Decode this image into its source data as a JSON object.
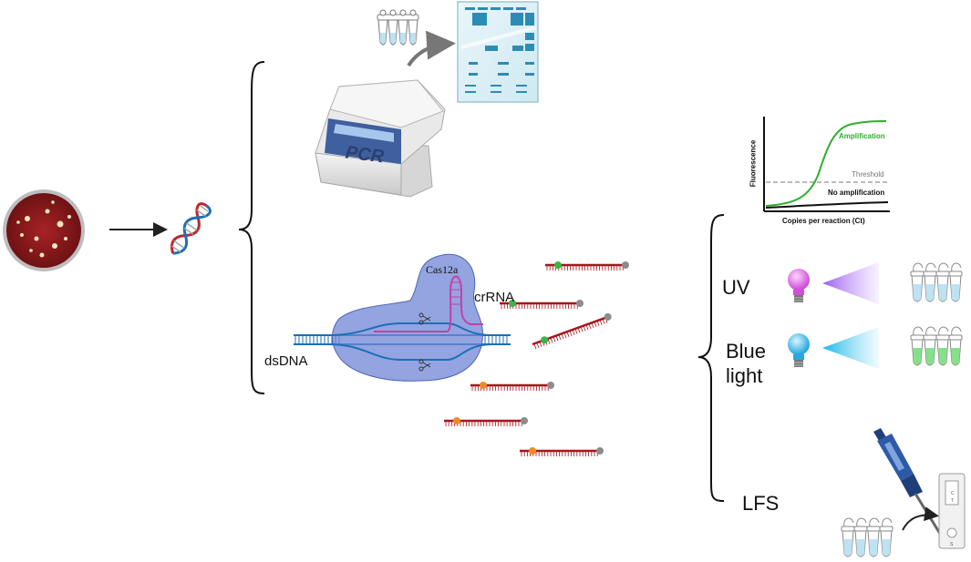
{
  "labels": {
    "pcr": "PCR",
    "cas12a": "Cas12a",
    "crrna": "crRNA",
    "dsdna": "dsDNA",
    "uv": "UV",
    "blue_light_line1": "Blue",
    "blue_light_line2": "light",
    "lfs": "LFS"
  },
  "plot": {
    "amplification": "Amplification",
    "threshold": "Threshold",
    "no_amplification": "No amplification",
    "xlabel": "Copies per reaction (Ct)",
    "ylabel": "Fluorescence"
  },
  "strip": {
    "c": "C",
    "t": "T",
    "s": "S"
  },
  "colors": {
    "petri_red": "#8e1b1e",
    "dna_red": "#c0272d",
    "dna_blue": "#1d6fb8",
    "cas_blue": "#6f86d6",
    "crrna_pink": "#c63fa8",
    "reporter_red": "#a5161c",
    "fluor_green": "#3ab54a",
    "fluor_orange": "#f08a24",
    "quencher_gray": "#8c8c8c",
    "amp_green": "#2fae2f",
    "uv_purple": "#b46cf0",
    "blue_cyan": "#2ec7e8",
    "tube_blue": "#bfe2f2",
    "tube_green": "#86e08c"
  }
}
